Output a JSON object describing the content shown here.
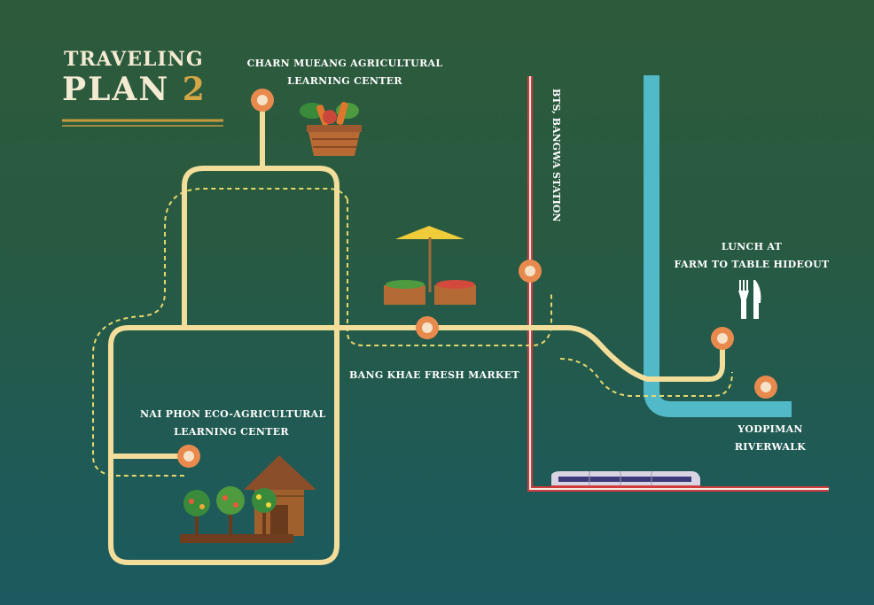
{
  "title": {
    "line1": "TRAVELING",
    "line2": "PLAN",
    "number": "2"
  },
  "stops": {
    "charn_mueang": {
      "line1": "CHARN MUEANG AGRICULTURAL",
      "line2": "LEARNING CENTER"
    },
    "bang_khae": {
      "label": "BANG KHAE FRESH MARKET"
    },
    "nai_phon": {
      "line1": "NAI PHON ECO-AGRICULTURAL",
      "line2": "LEARNING CENTER"
    },
    "bts": {
      "label": "BTS, BANGWA STATION"
    },
    "lunch": {
      "line1": "LUNCH  AT",
      "line2": "FARM TO TABLE HIDEOUT"
    },
    "yodpiman": {
      "line1": "YODPIMAN",
      "line2": "RIVERWALK"
    }
  },
  "colors": {
    "route": "#f3dd9a",
    "stop_outer": "#e88a4e",
    "stop_inner": "#f6e2c6",
    "river": "#52b9c8",
    "rail_red": "#c93a3a",
    "title_accent": "#d4a646"
  },
  "icons": [
    "vegetable-basket-icon",
    "market-stall-icon",
    "fork-knife-icon",
    "farm-house-icon",
    "train-icon"
  ]
}
